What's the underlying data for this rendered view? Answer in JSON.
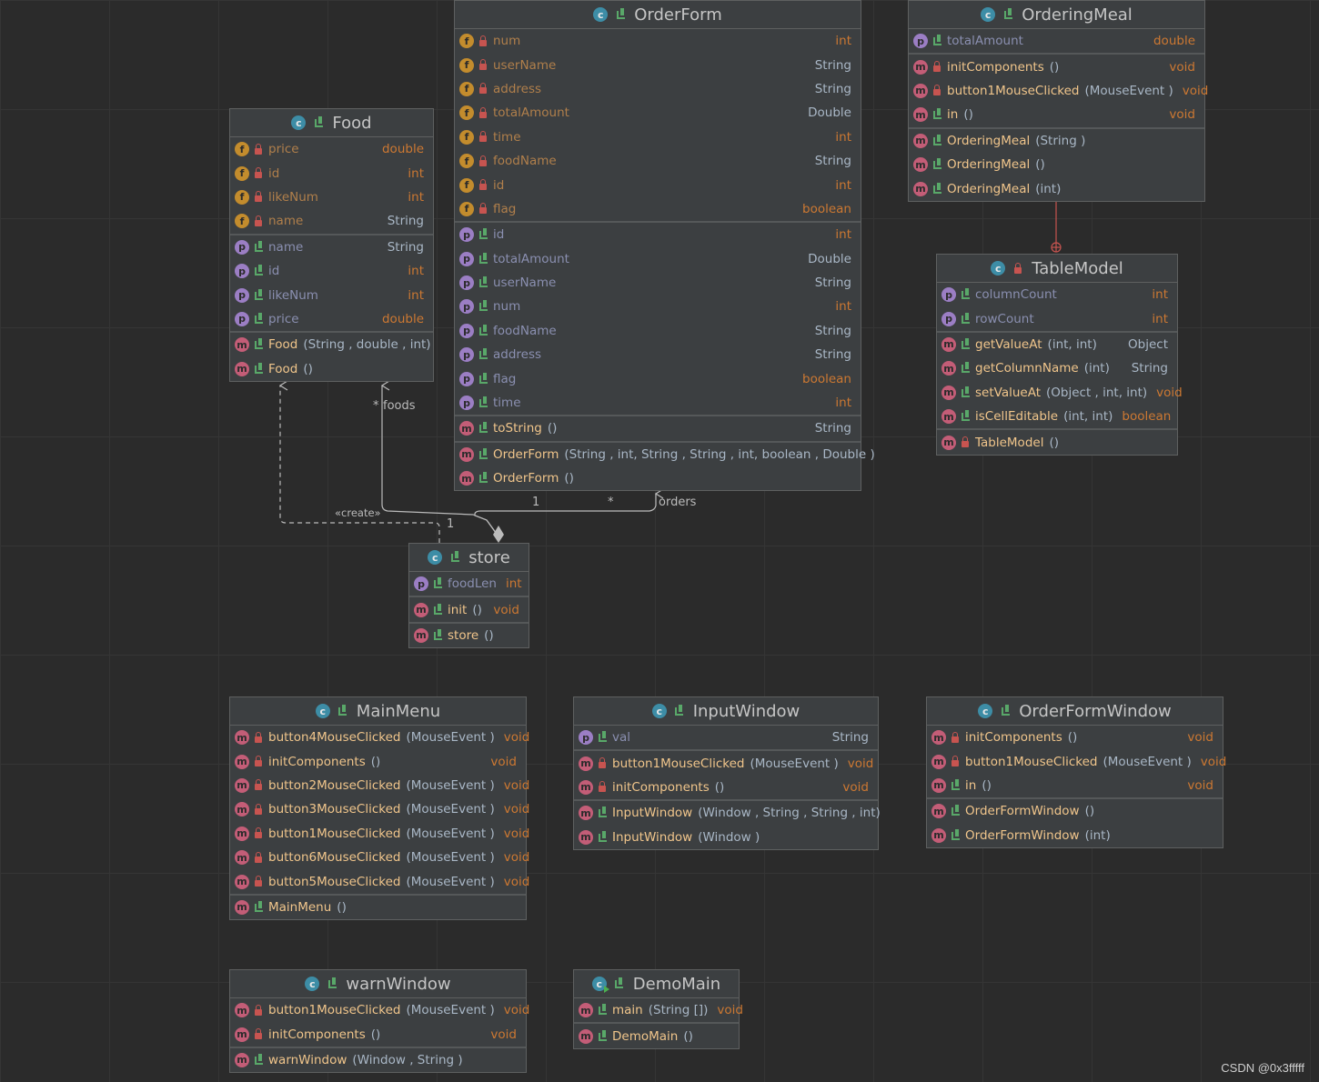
{
  "diagram": {
    "classes": [
      {
        "id": "OrderForm",
        "name": "OrderForm",
        "badge": "c",
        "sections": [
          [
            {
              "kind": "f",
              "vis": "private",
              "name": "num",
              "type": "int"
            },
            {
              "kind": "f",
              "vis": "private",
              "name": "userName",
              "type": "String"
            },
            {
              "kind": "f",
              "vis": "private",
              "name": "address",
              "type": "String"
            },
            {
              "kind": "f",
              "vis": "private",
              "name": "totalAmount",
              "type": "Double"
            },
            {
              "kind": "f",
              "vis": "private",
              "name": "time",
              "type": "int"
            },
            {
              "kind": "f",
              "vis": "private",
              "name": "foodName",
              "type": "String"
            },
            {
              "kind": "f",
              "vis": "private",
              "name": "id",
              "type": "int"
            },
            {
              "kind": "f",
              "vis": "private",
              "name": "flag",
              "type": "boolean"
            }
          ],
          [
            {
              "kind": "p",
              "vis": "public",
              "name": "id",
              "type": "int"
            },
            {
              "kind": "p",
              "vis": "public",
              "name": "totalAmount",
              "type": "Double"
            },
            {
              "kind": "p",
              "vis": "public",
              "name": "userName",
              "type": "String"
            },
            {
              "kind": "p",
              "vis": "public",
              "name": "num",
              "type": "int"
            },
            {
              "kind": "p",
              "vis": "public",
              "name": "foodName",
              "type": "String"
            },
            {
              "kind": "p",
              "vis": "public",
              "name": "address",
              "type": "String"
            },
            {
              "kind": "p",
              "vis": "public",
              "name": "flag",
              "type": "boolean"
            },
            {
              "kind": "p",
              "vis": "public",
              "name": "time",
              "type": "int"
            }
          ],
          [
            {
              "kind": "m",
              "vis": "public",
              "name": "toString",
              "params": "()",
              "type": "String"
            }
          ],
          [
            {
              "kind": "m",
              "vis": "public",
              "name": "OrderForm",
              "params": "(String , int, String , String , int, boolean , Double )",
              "type": ""
            },
            {
              "kind": "m",
              "vis": "public",
              "name": "OrderForm",
              "params": "()",
              "type": ""
            }
          ]
        ]
      },
      {
        "id": "OrderingMeal",
        "name": "OrderingMeal",
        "badge": "c",
        "sections": [
          [
            {
              "kind": "p",
              "vis": "public",
              "name": "totalAmount",
              "type": "double"
            }
          ],
          [
            {
              "kind": "m",
              "vis": "private",
              "name": "initComponents",
              "params": "()",
              "type": "void"
            },
            {
              "kind": "m",
              "vis": "private",
              "name": "button1MouseClicked",
              "params": "(MouseEvent )",
              "type": "void"
            },
            {
              "kind": "m",
              "vis": "public",
              "name": "in",
              "params": "()",
              "type": "void"
            }
          ],
          [
            {
              "kind": "m",
              "vis": "public",
              "name": "OrderingMeal",
              "params": "(String )",
              "type": ""
            },
            {
              "kind": "m",
              "vis": "public",
              "name": "OrderingMeal",
              "params": "()",
              "type": ""
            },
            {
              "kind": "m",
              "vis": "public",
              "name": "OrderingMeal",
              "params": "(int)",
              "type": ""
            }
          ]
        ]
      },
      {
        "id": "Food",
        "name": "Food",
        "badge": "c",
        "sections": [
          [
            {
              "kind": "f",
              "vis": "private",
              "name": "price",
              "type": "double"
            },
            {
              "kind": "f",
              "vis": "private",
              "name": "id",
              "type": "int"
            },
            {
              "kind": "f",
              "vis": "private",
              "name": "likeNum",
              "type": "int"
            },
            {
              "kind": "f",
              "vis": "private",
              "name": "name",
              "type": "String"
            }
          ],
          [
            {
              "kind": "p",
              "vis": "public",
              "name": "name",
              "type": "String"
            },
            {
              "kind": "p",
              "vis": "public",
              "name": "id",
              "type": "int"
            },
            {
              "kind": "p",
              "vis": "public",
              "name": "likeNum",
              "type": "int"
            },
            {
              "kind": "p",
              "vis": "public",
              "name": "price",
              "type": "double"
            }
          ],
          [
            {
              "kind": "m",
              "vis": "public",
              "name": "Food",
              "params": "(String , double , int)",
              "type": ""
            },
            {
              "kind": "m",
              "vis": "public",
              "name": "Food",
              "params": "()",
              "type": ""
            }
          ]
        ]
      },
      {
        "id": "TableModel",
        "name": "TableModel",
        "badge": "c",
        "vis": "private",
        "sections": [
          [
            {
              "kind": "p",
              "vis": "public",
              "name": "columnCount",
              "type": "int"
            },
            {
              "kind": "p",
              "vis": "public",
              "name": "rowCount",
              "type": "int"
            }
          ],
          [
            {
              "kind": "m",
              "vis": "public",
              "name": "getValueAt",
              "params": "(int, int)",
              "type": "Object"
            },
            {
              "kind": "m",
              "vis": "public",
              "name": "getColumnName",
              "params": "(int)",
              "type": "String"
            },
            {
              "kind": "m",
              "vis": "public",
              "name": "setValueAt",
              "params": "(Object , int, int)",
              "type": "void"
            },
            {
              "kind": "m",
              "vis": "public",
              "name": "isCellEditable",
              "params": "(int, int)",
              "type": "boolean"
            }
          ],
          [
            {
              "kind": "m",
              "vis": "private",
              "name": "TableModel",
              "params": "()",
              "type": ""
            }
          ]
        ]
      },
      {
        "id": "store",
        "name": "store",
        "badge": "c",
        "sections": [
          [
            {
              "kind": "p",
              "vis": "public",
              "name": "foodLen",
              "type": "int"
            }
          ],
          [
            {
              "kind": "m",
              "vis": "public",
              "name": "init",
              "params": "()",
              "type": "void"
            }
          ],
          [
            {
              "kind": "m",
              "vis": "public",
              "name": "store",
              "params": "()",
              "type": ""
            }
          ]
        ]
      },
      {
        "id": "MainMenu",
        "name": "MainMenu",
        "badge": "c",
        "sections": [
          [
            {
              "kind": "m",
              "vis": "private",
              "name": "button4MouseClicked",
              "params": "(MouseEvent )",
              "type": "void"
            },
            {
              "kind": "m",
              "vis": "private",
              "name": "initComponents",
              "params": "()",
              "type": "void"
            },
            {
              "kind": "m",
              "vis": "private",
              "name": "button2MouseClicked",
              "params": "(MouseEvent )",
              "type": "void"
            },
            {
              "kind": "m",
              "vis": "private",
              "name": "button3MouseClicked",
              "params": "(MouseEvent )",
              "type": "void"
            },
            {
              "kind": "m",
              "vis": "private",
              "name": "button1MouseClicked",
              "params": "(MouseEvent )",
              "type": "void"
            },
            {
              "kind": "m",
              "vis": "private",
              "name": "button6MouseClicked",
              "params": "(MouseEvent )",
              "type": "void"
            },
            {
              "kind": "m",
              "vis": "private",
              "name": "button5MouseClicked",
              "params": "(MouseEvent )",
              "type": "void"
            }
          ],
          [
            {
              "kind": "m",
              "vis": "public",
              "name": "MainMenu",
              "params": "()",
              "type": ""
            }
          ]
        ]
      },
      {
        "id": "InputWindow",
        "name": "InputWindow",
        "badge": "c",
        "sections": [
          [
            {
              "kind": "p",
              "vis": "public",
              "name": "val",
              "type": "String"
            }
          ],
          [
            {
              "kind": "m",
              "vis": "private",
              "name": "button1MouseClicked",
              "params": "(MouseEvent )",
              "type": "void"
            },
            {
              "kind": "m",
              "vis": "private",
              "name": "initComponents",
              "params": "()",
              "type": "void"
            }
          ],
          [
            {
              "kind": "m",
              "vis": "public",
              "name": "InputWindow",
              "params": "(Window , String , String , int)",
              "type": ""
            },
            {
              "kind": "m",
              "vis": "public",
              "name": "InputWindow",
              "params": "(Window )",
              "type": ""
            }
          ]
        ]
      },
      {
        "id": "OrderFormWindow",
        "name": "OrderFormWindow",
        "badge": "c",
        "sections": [
          [
            {
              "kind": "m",
              "vis": "private",
              "name": "initComponents",
              "params": "()",
              "type": "void"
            },
            {
              "kind": "m",
              "vis": "private",
              "name": "button1MouseClicked",
              "params": "(MouseEvent )",
              "type": "void"
            },
            {
              "kind": "m",
              "vis": "public",
              "name": "in",
              "params": "()",
              "type": "void"
            }
          ],
          [
            {
              "kind": "m",
              "vis": "public",
              "name": "OrderFormWindow",
              "params": "()",
              "type": ""
            },
            {
              "kind": "m",
              "vis": "public",
              "name": "OrderFormWindow",
              "params": "(int)",
              "type": ""
            }
          ]
        ]
      },
      {
        "id": "warnWindow",
        "name": "warnWindow",
        "badge": "c",
        "sections": [
          [
            {
              "kind": "m",
              "vis": "private",
              "name": "button1MouseClicked",
              "params": "(MouseEvent )",
              "type": "void"
            },
            {
              "kind": "m",
              "vis": "private",
              "name": "initComponents",
              "params": "()",
              "type": "void"
            }
          ],
          [
            {
              "kind": "m",
              "vis": "public",
              "name": "warnWindow",
              "params": "(Window , String )",
              "type": ""
            }
          ]
        ]
      },
      {
        "id": "DemoMain",
        "name": "DemoMain",
        "badge": "c",
        "runnable": true,
        "sections": [
          [
            {
              "kind": "m",
              "vis": "public",
              "name": "main",
              "params": "(String [])",
              "type": "void"
            }
          ],
          [
            {
              "kind": "m",
              "vis": "public",
              "name": "DemoMain",
              "params": "()",
              "type": ""
            }
          ]
        ]
      }
    ],
    "edge_labels": {
      "foods": "foods",
      "foods_mult": "*",
      "foods_src_mult": "1",
      "orders": "orders",
      "orders_mult": "*",
      "orders_src_mult": "1",
      "create": "«create»"
    }
  },
  "colors": {
    "background": "#2b2b2b",
    "box": "#3c3f41",
    "field_badge": "#c38c2d",
    "method_badge": "#c35d77",
    "property_badge": "#9b7ec4",
    "class_badge": "#3d8da6",
    "primitive_type": "#cc7832",
    "inner_class_link": "#c75450"
  },
  "watermark": "CSDN @0x3fffff"
}
